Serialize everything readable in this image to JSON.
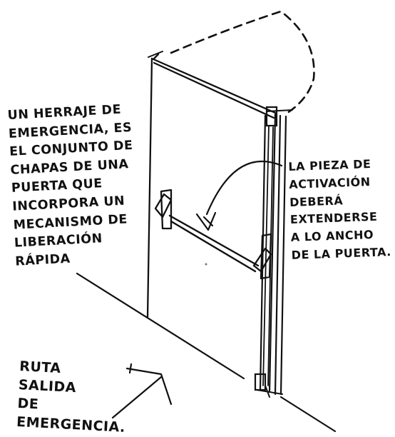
{
  "annotations": {
    "left": [
      "UN HERRAJE DE",
      "EMERGENCIA, ES",
      "EL CONJUNTO DE",
      "CHAPAS DE UNA",
      "PUERTA QUE",
      "INCORPORA UN",
      "MECANISMO DE",
      "LIBERACIÓN",
      "RÁPIDA"
    ],
    "right": [
      "LA PIEZA DE",
      "ACTIVACIÓN",
      "DEBERÁ",
      "EXTENDERSE",
      "A LO ANCHO",
      "DE LA PUERTA."
    ],
    "bottom": [
      "RUTA",
      "SALIDA",
      "DE",
      "EMERGENCIA."
    ]
  },
  "colors": {
    "ink": "#111111",
    "paper": "#ffffff"
  }
}
